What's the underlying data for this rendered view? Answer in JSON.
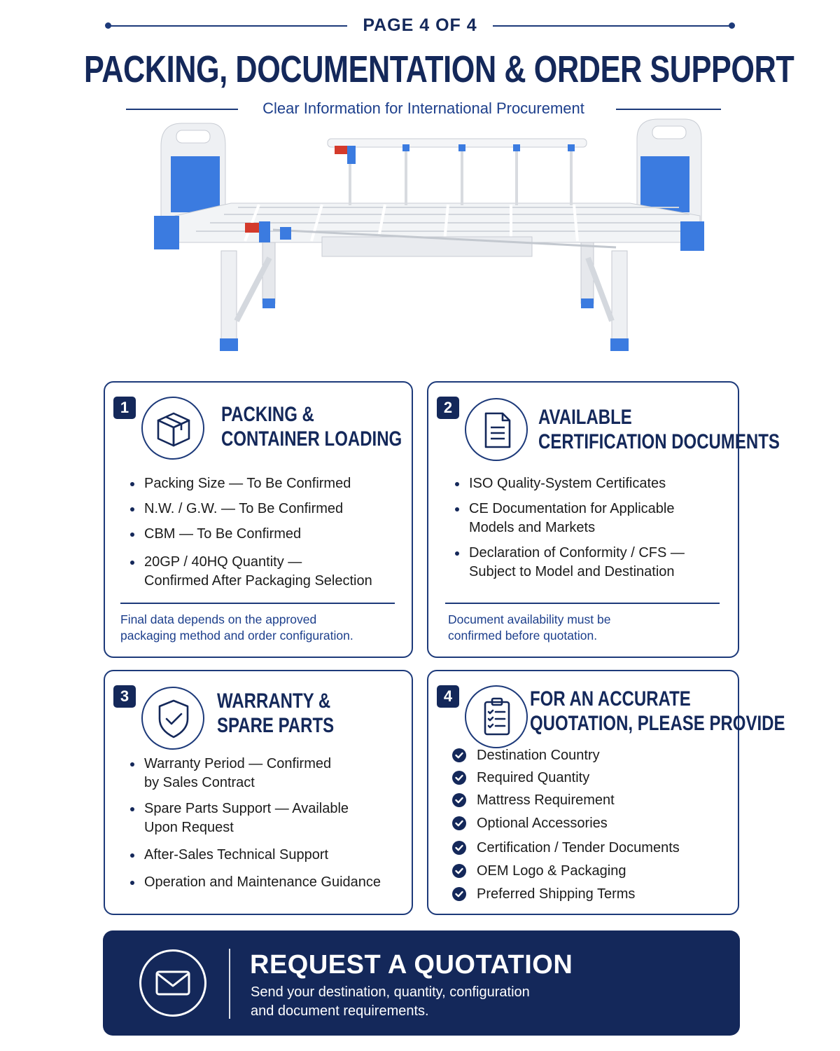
{
  "header": {
    "page_label": "PAGE 4 OF 4",
    "title": "PACKING, DOCUMENTATION & ORDER SUPPORT",
    "subtitle": "Clear Information for International Procurement"
  },
  "cards": [
    {
      "number": "1",
      "icon": "box-icon",
      "title_line1": "PACKING &",
      "title_line2": "CONTAINER LOADING",
      "items": [
        [
          "Packing Size — To Be Confirmed"
        ],
        [
          "N.W. / G.W. — To Be Confirmed"
        ],
        [
          "CBM — To Be Confirmed"
        ],
        [
          "20GP / 40HQ Quantity —",
          "Confirmed After Packaging Selection"
        ]
      ],
      "note_line1": "Final data depends on the approved",
      "note_line2": "packaging method and order configuration."
    },
    {
      "number": "2",
      "icon": "document-icon",
      "title_line1": "AVAILABLE",
      "title_line2": "CERTIFICATION DOCUMENTS",
      "items": [
        [
          "ISO Quality-System Certificates"
        ],
        [
          "CE Documentation for Applicable",
          "Models and Markets"
        ],
        [
          "Declaration of Conformity / CFS —",
          "Subject to Model and Destination"
        ]
      ],
      "note_line1": "Document availability must be",
      "note_line2": "confirmed before quotation."
    },
    {
      "number": "3",
      "icon": "shield-check-icon",
      "title_line1": "WARRANTY &",
      "title_line2": "SPARE PARTS",
      "items": [
        [
          "Warranty Period — Confirmed",
          "by Sales Contract"
        ],
        [
          "Spare Parts Support — Available",
          "Upon Request"
        ],
        [
          "After-Sales Technical Support"
        ],
        [
          "Operation and Maintenance Guidance"
        ]
      ]
    },
    {
      "number": "4",
      "icon": "clipboard-checklist-icon",
      "title_line1": "FOR AN ACCURATE",
      "title_line2": "QUOTATION, PLEASE PROVIDE",
      "checklist": [
        "Destination Country",
        "Required Quantity",
        "Mattress Requirement",
        "Optional Accessories",
        "Certification / Tender Documents",
        "OEM Logo & Packaging",
        "Preferred Shipping Terms"
      ]
    }
  ],
  "cta": {
    "icon": "envelope-icon",
    "title": "REQUEST A QUOTATION",
    "text_line1": "Send your destination, quantity, configuration",
    "text_line2": "and document requirements."
  },
  "colors": {
    "navy": "#14285a",
    "accent_blue": "#3b7be0",
    "bed_white": "#eef0f3"
  }
}
